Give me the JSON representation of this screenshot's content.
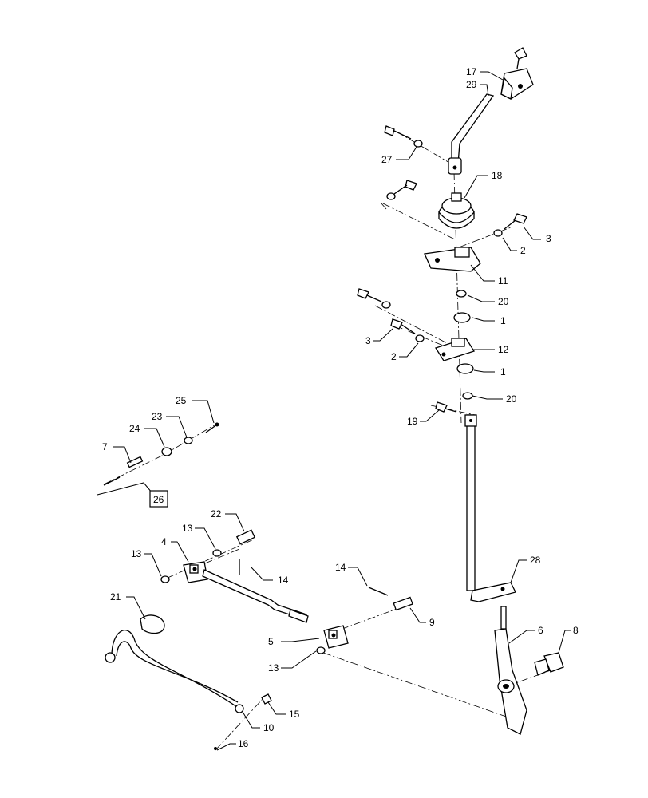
{
  "callouts": {
    "c17": "17",
    "c29": "29",
    "c27": "27",
    "c18": "18",
    "c3a": "3",
    "c2a": "2",
    "c11": "11",
    "c20a": "20",
    "c1a": "1",
    "c3b": "3",
    "c2b": "2",
    "c12": "12",
    "c1b": "1",
    "c20b": "20",
    "c19": "19",
    "c25": "25",
    "c23": "23",
    "c24": "24",
    "c7": "7",
    "c26": "26",
    "c22": "22",
    "c13a": "13",
    "c4": "4",
    "c13b": "13",
    "c14a": "14",
    "c14b": "14",
    "c9": "9",
    "c28": "28",
    "c21": "21",
    "c5": "5",
    "c13c": "13",
    "c6": "6",
    "c8": "8",
    "c15": "15",
    "c10": "10",
    "c16": "16"
  }
}
